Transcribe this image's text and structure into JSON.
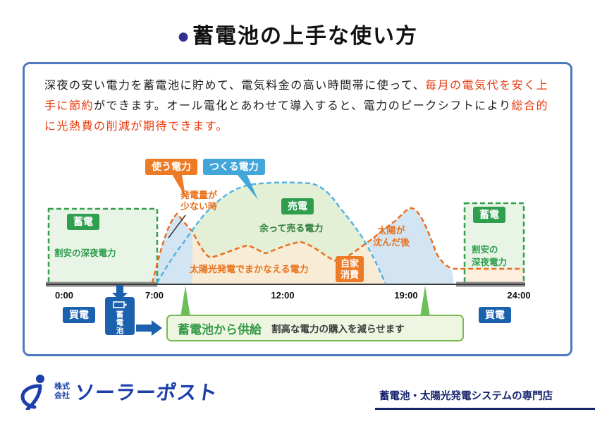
{
  "title": {
    "bullet": "●",
    "text": "蓄電池の上手な使い方"
  },
  "intro": {
    "seg1": "深夜の安い電力を蓄電池に貯めて、電気料金の高い時間帯に使って、",
    "seg2": "毎月の電気代を安く上手に節約",
    "seg3": "ができます。オール電化とあわせて導入すると、電力のピークシフトにより",
    "seg4": "総合的に光熱費の削減が期待できます。"
  },
  "chart": {
    "legend": {
      "use": "使う電力",
      "generate": "つくる電力"
    },
    "labels": {
      "charge_left": "蓄電",
      "cheap_night_left": "割安の深夜電力",
      "low_generation_line1": "発電量が",
      "low_generation_line2": "少ない時",
      "sell": "売電",
      "surplus": "余って売る電力",
      "solar_covered": "太陽光発電でまかなえる電力",
      "self_use_line1": "自家",
      "self_use_line2": "消費",
      "after_sunset_line1": "太陽が",
      "after_sunset_line2": "沈んだ後",
      "charge_right": "蓄電",
      "cheap_night_right_line1": "割安の",
      "cheap_night_right_line2": "深夜電力",
      "buy_left": "買電",
      "buy_right": "買電",
      "battery": "蓄電池"
    },
    "axis": {
      "ticks": [
        "0:00",
        "7:00",
        "12:00",
        "19:00",
        "24:00"
      ]
    },
    "callout": {
      "title": "蓄電池から供給",
      "desc": "割高な電力の購入を減らせます"
    }
  },
  "footer": {
    "company_prefix_line1": "株式",
    "company_prefix_line2": "会社",
    "company_name": "ソーラーポスト",
    "tagline": "蓄電池・太陽光発電システムの専門店"
  },
  "colors": {
    "accent_red": "#e83a0e",
    "usage_orange": "#ed7a24",
    "generation_blue": "#43a6d9",
    "charge_green": "#2f9e4f",
    "grid_blue": "#1b61ae",
    "panel_border_blue": "#4d79bd",
    "brand_blue": "#1c3faa",
    "tagline_navy": "#16246e"
  }
}
